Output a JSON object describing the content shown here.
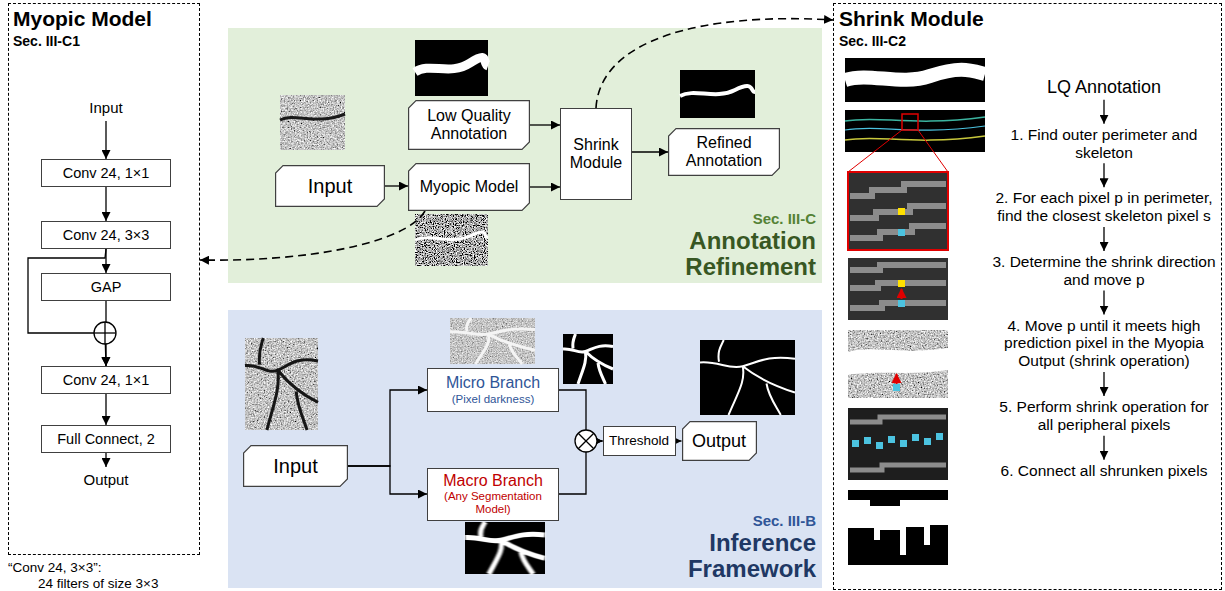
{
  "diagram": {
    "nodes": [
      {
        "text": [
          "Myopic Model",
          "Sec. III-C1"
        ]
      },
      {
        "text": [
          "Input"
        ],
        "in": 0
      },
      {
        "text": [
          "Conv 24, 1×1"
        ],
        "in": 0
      },
      {
        "text": [
          "Conv 24, 3×3"
        ],
        "in": 0
      },
      {
        "text": [
          "GAP"
        ],
        "in": 0
      },
      {
        "text": [
          "Conv 24, 1×1"
        ],
        "in": 0
      },
      {
        "text": [
          "Full Connect, 2"
        ],
        "in": 0
      },
      {
        "text": [
          "Output"
        ],
        "in": 0
      },
      {
        "text": [
          "Sec. III-C",
          "Annotation Refinement"
        ]
      },
      {
        "text": [
          "Low Quality Annotation"
        ],
        "in": 8
      },
      {
        "text": [
          "Input"
        ],
        "in": 8
      },
      {
        "text": [
          "Myopic Model"
        ],
        "in": 8
      },
      {
        "text": [
          "Shrink Module"
        ],
        "in": 8
      },
      {
        "text": [
          "Refined Annotation"
        ],
        "in": 8
      },
      {
        "text": [
          "Sec. III-B",
          "Inference Framework"
        ]
      },
      {
        "text": [
          "Input"
        ],
        "in": 14
      },
      {
        "text": [
          "Micro Branch",
          "(Pixel darkness)"
        ],
        "in": 14
      },
      {
        "text": [
          "Macro Branch",
          "(Any Segmentation Model)"
        ],
        "in": 14
      },
      {
        "text": [
          "Threshold"
        ],
        "in": 14
      },
      {
        "text": [
          "Output"
        ],
        "in": 14
      },
      {
        "text": [
          "Shrink Module",
          "Sec. III-C2"
        ]
      },
      {
        "text": [
          "LQ Annotation"
        ],
        "in": 20
      },
      {
        "text": [
          "1. Find outer perimeter and skeleton"
        ],
        "in": 20
      },
      {
        "text": [
          "2. For each pixel p in perimeter, find the closest skeleton pixel s"
        ],
        "in": 20
      },
      {
        "text": [
          "3. Determine the shrink direction and move p"
        ],
        "in": 20
      },
      {
        "text": [
          "4. Move p until it meets high prediction pixel in the Myopia Output (shrink operation)"
        ],
        "in": 20
      },
      {
        "text": [
          "5. Perform shrink operation for all peripheral pixels"
        ],
        "in": 20
      },
      {
        "text": [
          "6. Connect all shrunken pixels"
        ],
        "in": 20
      }
    ],
    "edges": [
      {
        "from": 1,
        "to": 2,
        "arrow": "to"
      },
      {
        "from": 2,
        "to": 3,
        "arrow": "to"
      },
      {
        "from": 3,
        "to": 4,
        "arrow": "to"
      },
      {
        "from": 4,
        "to": 5,
        "arrow": "to"
      },
      {
        "from": 3,
        "to": 5,
        "arrow": "to"
      },
      {
        "from": 5,
        "to": 6,
        "arrow": "to"
      },
      {
        "from": 6,
        "to": 7,
        "arrow": "to"
      },
      {
        "from": 10,
        "to": 11,
        "arrow": "to"
      },
      {
        "from": 9,
        "to": 12,
        "arrow": "to"
      },
      {
        "from": 11,
        "to": 12,
        "arrow": "to"
      },
      {
        "from": 12,
        "to": 13,
        "arrow": "to"
      },
      {
        "from": 12,
        "to": 20,
        "arrow": "to"
      },
      {
        "from": 11,
        "to": 0,
        "arrow": "to"
      },
      {
        "from": 15,
        "to": 16,
        "arrow": "to"
      },
      {
        "from": 15,
        "to": 17,
        "arrow": "to"
      },
      {
        "from": 16,
        "to": 18,
        "arrow": "to"
      },
      {
        "from": 17,
        "to": 18,
        "arrow": "to"
      },
      {
        "from": 18,
        "to": 19,
        "arrow": "to"
      },
      {
        "from": 21,
        "to": 22,
        "arrow": "to"
      },
      {
        "from": 22,
        "to": 23,
        "arrow": "to"
      },
      {
        "from": 23,
        "to": 24,
        "arrow": "to"
      },
      {
        "from": 24,
        "to": 25,
        "arrow": "to"
      },
      {
        "from": 25,
        "to": 26,
        "arrow": "to"
      },
      {
        "from": 26,
        "to": 27,
        "arrow": "to"
      }
    ],
    "labels": [
      "“Conv 24, 3×3”:",
      "24 filters of size 3×3"
    ]
  }
}
